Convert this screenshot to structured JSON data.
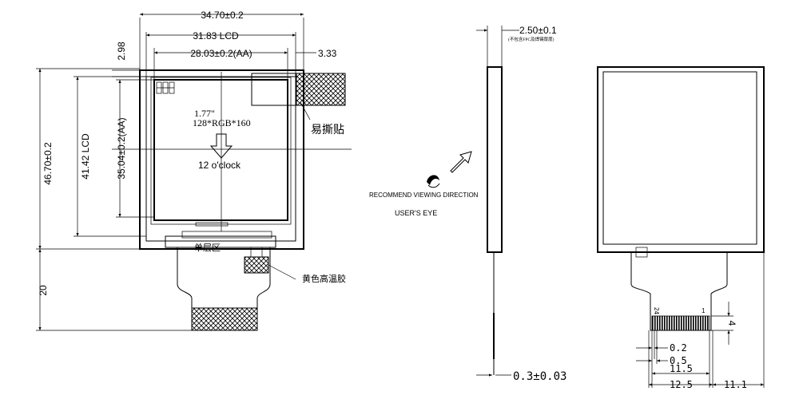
{
  "front_view": {
    "dim_outline_width": "34.70±0.2",
    "dim_lcd_width": "31.83 LCD",
    "dim_aa_width": "28.03±0.2(AA)",
    "dim_left_offset": "2.98",
    "dim_right_offset": "3.33",
    "dim_outline_height": "46.70±0.2",
    "dim_lcd_height": "41.42 LCD",
    "dim_aa_height": "35.04±0.2(AA)",
    "dim_fpc_length": "20",
    "size_label": "1.77\"",
    "resolution_label": "128*RGB*160",
    "view_direction_label": "12 o'clock",
    "easy_peel_label": "易撕贴",
    "single_layer_label": "单层区",
    "yellow_tape_label": "黄色高温胶"
  },
  "side_view": {
    "dim_thickness": "2.50±0.1",
    "dim_thickness_note": "(不包含FPC及焊锡厚度)",
    "viewing_direction_label": "RECOMMEND VIEWING DIRECTION",
    "users_eye_label": "USER'S EYE",
    "dim_fpc_thickness": "0.3±0.03"
  },
  "back_view": {
    "pin_last_label": "24",
    "pin_first_label": "1",
    "dim_pin_width": "0.2",
    "dim_pin_pitch": "0.5",
    "dim_pin_span": "11.5",
    "dim_fpc_width": "12.5",
    "dim_right_offset": "11.1",
    "dim_pin_length": "4"
  }
}
